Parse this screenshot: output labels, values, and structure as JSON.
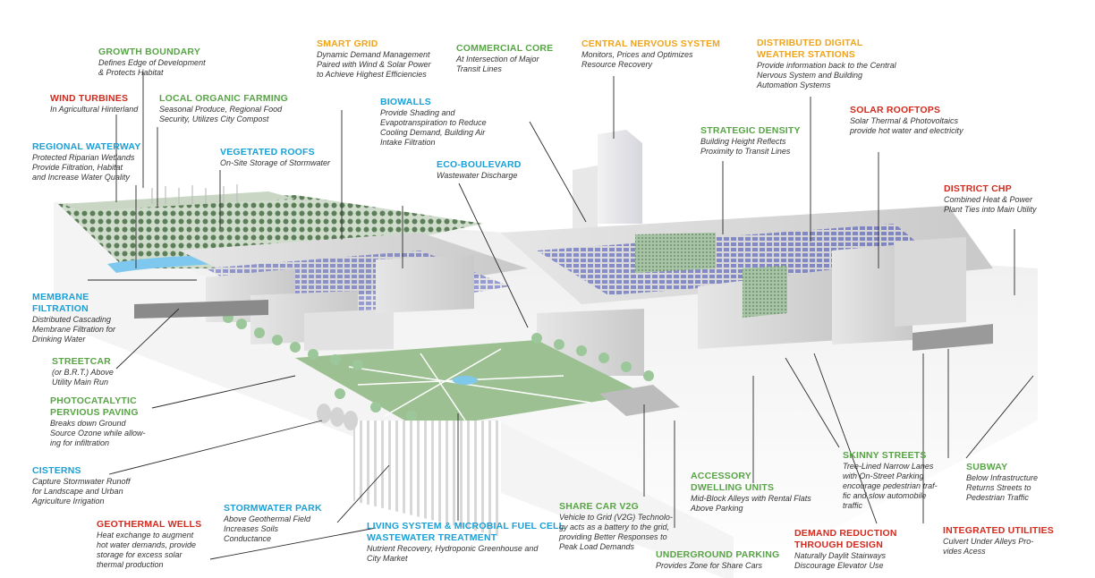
{
  "colors": {
    "green": "#58a446",
    "red": "#d42a1e",
    "orange": "#f0a41a",
    "blue": "#1aa0d6",
    "solar_panel": "#4b55b8",
    "tree": "#9cc79a",
    "building": "#dcdcdc"
  },
  "labels": [
    {
      "id": "growth-boundary",
      "color": "green",
      "title": "GROWTH BOUNDARY",
      "desc": "Defines Edge of Development\n& Protects Habitat"
    },
    {
      "id": "wind-turbines",
      "color": "red",
      "title": "WIND TURBINES",
      "desc": "In Agricultural Hinterland"
    },
    {
      "id": "local-organic-farming",
      "color": "green",
      "title": "LOCAL ORGANIC FARMING",
      "desc": "Seasonal Produce, Regional Food\nSecurity, Utilizes City Compost"
    },
    {
      "id": "regional-waterway",
      "color": "blue",
      "title": "REGIONAL WATERWAY",
      "desc": "Protected Riparian Wetlands\nProvide Filtration, Habitat\nand Increase Water Quality"
    },
    {
      "id": "vegetated-roofs",
      "color": "blue",
      "title": "VEGETATED ROOFS",
      "desc": "On-Site Storage of Stormwater"
    },
    {
      "id": "smart-grid",
      "color": "orange",
      "title": "SMART GRID",
      "desc": "Dynamic Demand Management\nPaired with Wind & Solar Power\nto Achieve Highest Efficiencies"
    },
    {
      "id": "biowalls",
      "color": "blue",
      "title": "BIOWALLS",
      "desc": "Provide Shading and\nEvapotranspiration to Reduce\nCooling Demand, Building Air\nIntake Filtration"
    },
    {
      "id": "commercial-core",
      "color": "green",
      "title": "COMMERCIAL CORE",
      "desc": "At Intersection of Major\nTransit Lines"
    },
    {
      "id": "eco-boulevard",
      "color": "blue",
      "title": "ECO-BOULEVARD",
      "desc": "Wastewater Discharge"
    },
    {
      "id": "central-nervous-system",
      "color": "orange",
      "title": "CENTRAL NERVOUS SYSTEM",
      "desc": "Monitors, Prices and Optimizes\nResource Recovery"
    },
    {
      "id": "weather-stations",
      "color": "orange",
      "title": "DISTRIBUTED DIGITAL\nWEATHER STATIONS",
      "desc": "Provide information back to the Central\nNervous System and Building\nAutomation Systems"
    },
    {
      "id": "strategic-density",
      "color": "green",
      "title": "STRATEGIC DENSITY",
      "desc": "Building Height Reflects\nProximity to Transit Lines"
    },
    {
      "id": "solar-rooftops",
      "color": "red",
      "title": "SOLAR ROOFTOPS",
      "desc": "Solar Thermal & Photovoltaics\nprovide hot water and electricity"
    },
    {
      "id": "district-chp",
      "color": "red",
      "title": "DISTRICT CHP",
      "desc": "Combined Heat & Power\nPlant Ties into Main Utility"
    },
    {
      "id": "membrane-filtration",
      "color": "blue",
      "title": "MEMBRANE\nFILTRATION",
      "desc": "Distributed Cascading\nMembrane Filtration for\nDrinking Water"
    },
    {
      "id": "streetcar",
      "color": "green",
      "title": "STREETCAR",
      "desc": "(or B.R.T.) Above\nUtility Main Run"
    },
    {
      "id": "photocatalytic-paving",
      "color": "green",
      "title": "PHOTOCATALYTIC\nPERVIOUS PAVING",
      "desc": "Breaks down Ground\nSource Ozone while allow-\ning for infiltration"
    },
    {
      "id": "cisterns",
      "color": "blue",
      "title": "CISTERNS",
      "desc": "Capture Stormwater Runoff\nfor Landscape and Urban\nAgriculture Irrigation"
    },
    {
      "id": "geothermal-wells",
      "color": "red",
      "title": "GEOTHERMAL WELLS",
      "desc": "Heat exchange to augment\nhot water demands, provide\nstorage for excess solar\nthermal production"
    },
    {
      "id": "stormwater-park",
      "color": "blue",
      "title": "STORMWATER PARK",
      "desc": "Above Geothermal Field\nIncreases Soils\nConductance"
    },
    {
      "id": "living-system",
      "color": "blue",
      "title": "LIVING SYSTEM & MICROBIAL FUEL CELL\nWASTEWATER TREATMENT",
      "desc": "Nutrient Recovery, Hydroponic Greenhouse and\nCity Market"
    },
    {
      "id": "share-car",
      "color": "green",
      "title": "SHARE CAR V2G",
      "desc": "Vehicle to Grid (V2G) Technolo-\ngy acts as a battery to the grid,\nproviding Better Responses to\nPeak Load Demands"
    },
    {
      "id": "accessory-dwelling",
      "color": "green",
      "title": "ACCESSORY\nDWELLING UNITS",
      "desc": "Mid-Block Alleys with Rental Flats\nAbove Parking"
    },
    {
      "id": "underground-parking",
      "color": "green",
      "title": "UNDERGROUND PARKING",
      "desc": "Provides Zone for Share Cars"
    },
    {
      "id": "skinny-streets",
      "color": "green",
      "title": "SKINNY STREETS",
      "desc": "Tree-Lined Narrow Lanes\nwith On-Street Parking\nencourage pedestrian traf-\nfic and slow automobile\ntraffic"
    },
    {
      "id": "demand-reduction",
      "color": "red",
      "title": "DEMAND REDUCTION\nTHROUGH DESIGN",
      "desc": "Naturally Daylit Stairways\nDiscourage Elevator Use"
    },
    {
      "id": "subway",
      "color": "green",
      "title": "SUBWAY",
      "desc": "Below Infrastructure\nReturns Streets to\nPedestrian Traffic"
    },
    {
      "id": "integrated-utilities",
      "color": "red",
      "title": "INTEGRATED UTILITIES",
      "desc": "Culvert Under Alleys Pro-\nvides Acess"
    }
  ]
}
